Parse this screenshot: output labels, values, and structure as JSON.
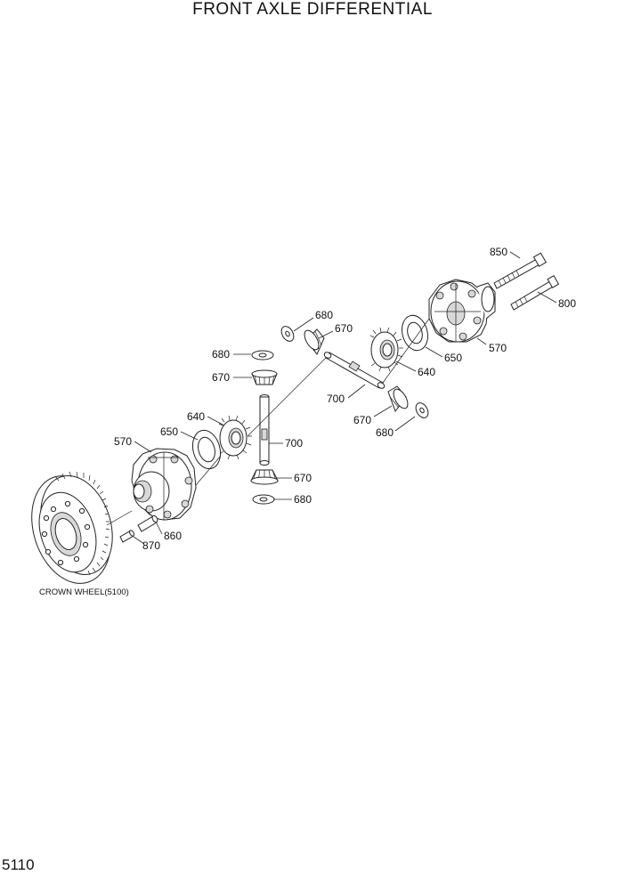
{
  "title": "FRONT AXLE DIFFERENTIAL",
  "page_number": "5110",
  "caption": "CROWN WHEEL(5100)",
  "callouts": {
    "c850": "850",
    "c800": "800",
    "c570_right": "570",
    "c650_right": "650",
    "c640_right": "640",
    "c680_top": "680",
    "c670_top": "670",
    "c700_right": "700",
    "c670_right_lower": "670",
    "c680_right_lower": "680",
    "c680_left": "680",
    "c670_left": "670",
    "c640_left": "640",
    "c650_left": "650",
    "c570_left": "570",
    "c700_left": "700",
    "c670_bottom": "670",
    "c680_bottom": "680",
    "c860": "860",
    "c870": "870"
  }
}
